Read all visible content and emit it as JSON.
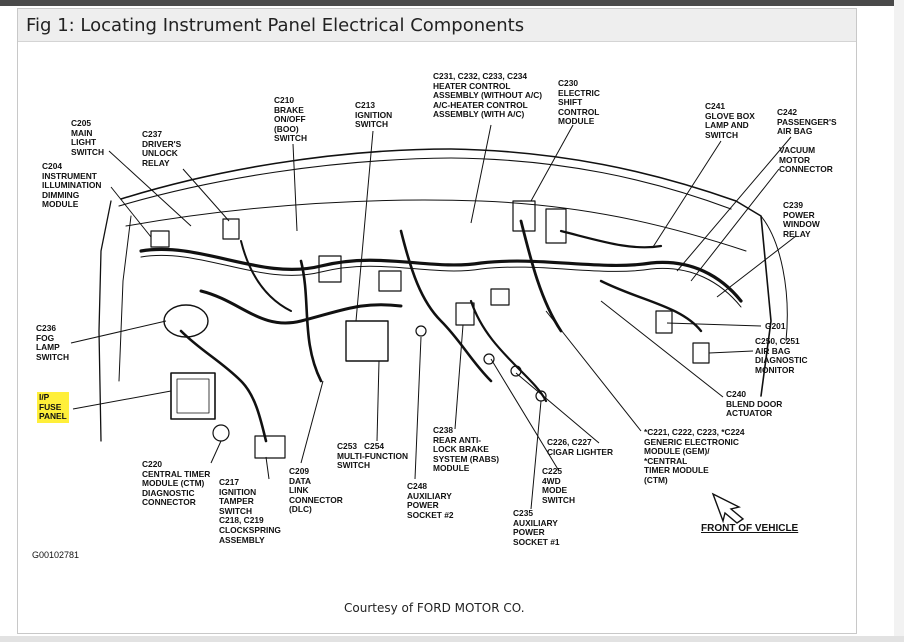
{
  "title": "Fig 1: Locating Instrument Panel Electrical Components",
  "figure_code": "G00102781",
  "courtesy": "Courtesy of FORD MOTOR CO.",
  "front_label": "FRONT OF VEHICLE",
  "highlight_color": "#ffef3a",
  "labels": {
    "c205": "C205\nMAIN\nLIGHT\nSWITCH",
    "c204": "C204\nINSTRUMENT\nILLUMINATION\nDIMMING\nMODULE",
    "c237": "C237\nDRIVER'S\nUNLOCK\nRELAY",
    "c210": "C210\nBRAKE\nON/OFF\n(BOO)\nSWITCH",
    "c213": "C213\nIGNITION\nSWITCH",
    "c231": "C231, C232, C233, C234\nHEATER CONTROL\nASSEMBLY (WITHOUT A/C)\nA/C-HEATER CONTROL\nASSEMBLY (WITH A/C)",
    "c230": "C230\nELECTRIC\nSHIFT\nCONTROL\nMODULE",
    "c241": "C241\nGLOVE BOX\nLAMP AND\nSWITCH",
    "c242": "C242\nPASSENGER'S\nAIR BAG",
    "vacuum": "VACUUM\nMOTOR\nCONNECTOR",
    "c239": "C239\nPOWER\nWINDOW\nRELAY",
    "c236": "C236\nFOG\nLAMP\nSWITCH",
    "ip_fuse": "I/P\nFUSE\nPANEL",
    "g201": "G201",
    "c250": "C250, C251\nAIR BAG\nDIAGNOSTIC\nMONITOR",
    "c240": "C240\nBLEND DOOR\nACTUATOR",
    "c220": "C220\nCENTRAL TIMER\nMODULE (CTM)\nDIAGNOSTIC\nCONNECTOR",
    "c217": "C217\nIGNITION\nTAMPER\nSWITCH\nC218, C219\nCLOCKSPRING\nASSEMBLY",
    "c209": "C209\nDATA\nLINK\nCONNECTOR\n(DLC)",
    "c253": "C253   C254\nMULTI-FUNCTION\nSWITCH",
    "c248": "C248\nAUXILIARY\nPOWER\nSOCKET #2",
    "c238": "C238\nREAR ANTI-\nLOCK BRAKE\nSYSTEM (RABS)\nMODULE",
    "c235": "C235\nAUXILIARY\nPOWER\nSOCKET #1",
    "c226": "C226, C227\nCIGAR LIGHTER",
    "c225": "C225\n4WD\nMODE\nSWITCH",
    "c221": "*C221, C222, C223, *C224\nGENERIC ELECTRONIC\nMODULE (GEM)/\n*CENTRAL\nTIMER MODULE\n(CTM)"
  }
}
